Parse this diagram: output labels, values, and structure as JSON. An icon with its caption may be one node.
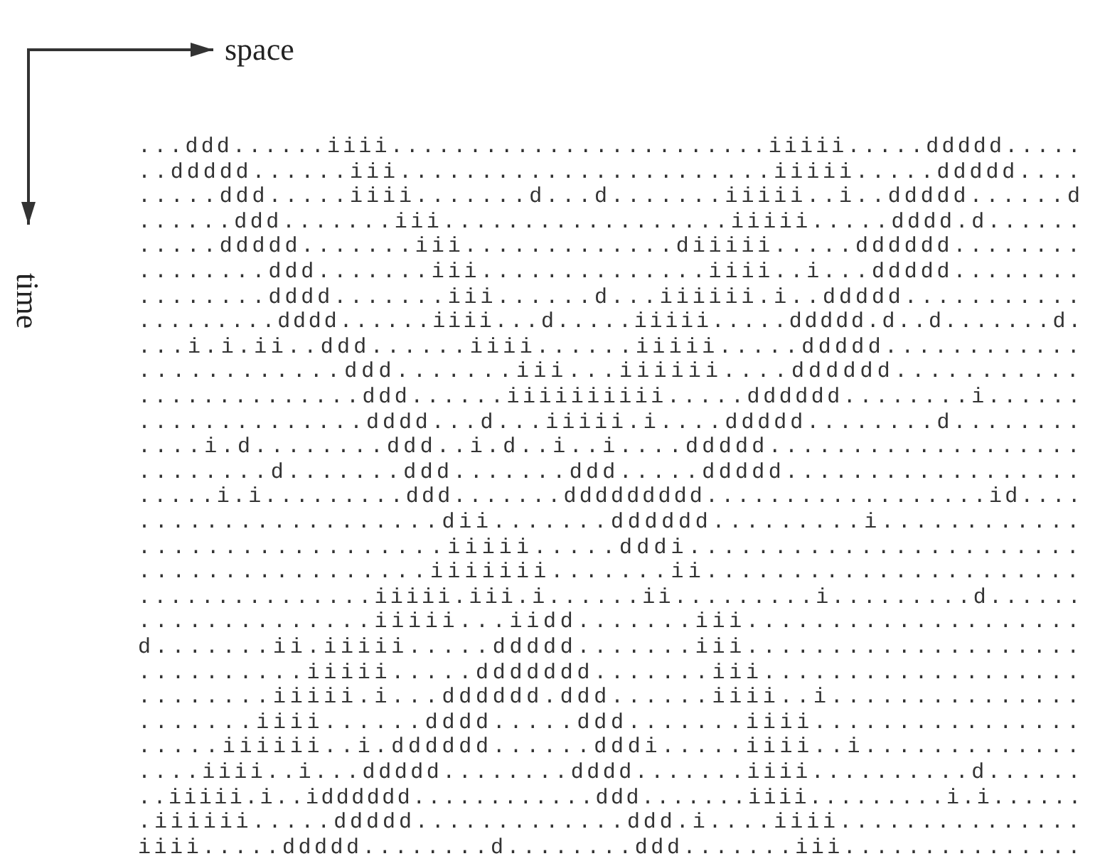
{
  "diagram": {
    "labels": [
      "space",
      "time",
      "...ddd......iiii........................iiiii.....ddddd.....",
      "..ddddd......iii.......................iiiii.....ddddd....",
      ".....ddd.....iiii.......d...d.......iiiii..i..ddddd......d",
      "......ddd.......iii..................iiiii.....dddd.d......",
      ".....ddddd.......iii.............diiiii.....dddddd........",
      "........ddd.......iii..............iiii..i...ddddd........",
      "........dddd.......iii......d...iiiiii.i..ddddd...........",
      ".........dddd......iiii...d.....iiiii.....ddddd.d..d.......d.",
      "...i.i.ii..ddd......iiii......iiiii.....ddddd............",
      "............ddd.......iii...iiiiii....dddddd...........",
      "..............ddd......iiiiiiiiii.....dddddd........i......",
      "..............dddd...d...iiiii.i....ddddd........d........",
      "....i.d........ddd..i.d..i..i....ddddd...................",
      "........d.......ddd.......ddd.....ddddd..................",
      ".....i.i.........ddd.......ddddddddd..................id....",
      "..................dii.......dddddd.........i............",
      "..................iiiii.....dddi.......................",
      ".................iiiiiii.......ii......................",
      "...............iiiii.iii.i......ii.........i.........d......",
      "..............iiiii...iidd.......iii....................",
      "d.......ii.iiiii.....ddddd.......iii....................",
      "..........iiiii.....ddddddd.......iii...................",
      "........iiiii.i...dddddd.ddd......iiii..i...............",
      ".......iiii......dddd.....ddd.......iiii................",
      ".....iiiiii..i.dddddd......dddi.....iiii..i.............",
      "....iiii..i...ddddd........dddd.......iiii..........d......",
      "..iiiii.i..idddddd............ddd.......iiii.........i.i......",
      ".iiiiii.....ddddd.............ddd.i....iiii...............",
      "iiii.....ddddd........d........ddd.......iii..............."
    ]
  }
}
